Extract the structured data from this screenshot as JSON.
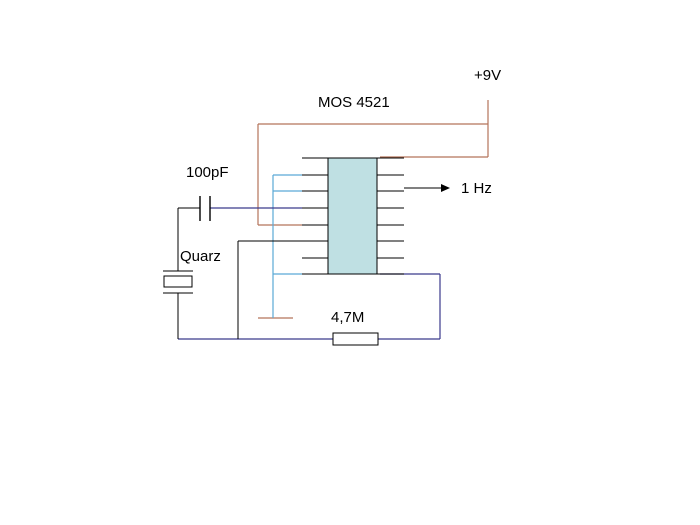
{
  "diagram": {
    "labels": {
      "supply": "+9V",
      "chip": "MOS 4521",
      "capacitor": "100pF",
      "output": "1 Hz",
      "crystal": "Quarz",
      "resistor": "4,7M"
    },
    "colors": {
      "supply_wire": "#b5735a",
      "ground_wire": "#5aa9d6",
      "signal_wire": "#3b3a8c",
      "component_wire": "#000000",
      "chip_fill": "#bfe0e3",
      "chip_border": "#000000"
    },
    "chip": {
      "pins_per_side": 8
    }
  }
}
